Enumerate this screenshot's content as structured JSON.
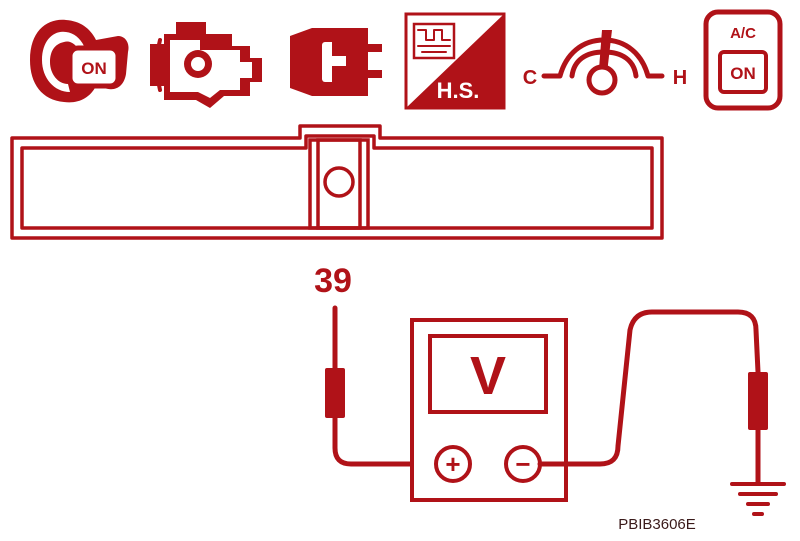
{
  "icons": {
    "ignition_label": "ON",
    "fan_label": "",
    "hs_label": "H.S.",
    "temp_cold_label": "C",
    "temp_hot_label": "H",
    "ac_top_label": "A/C",
    "ac_bottom_label": "ON"
  },
  "connector": {
    "terminal_number": "39"
  },
  "meter": {
    "display": "V",
    "positive_symbol": "+",
    "negative_symbol": "−"
  },
  "figure_code": "PBIB3606E",
  "colors": {
    "ink": "#b01218",
    "code_text": "#3a1a1a",
    "background": "#ffffff"
  }
}
